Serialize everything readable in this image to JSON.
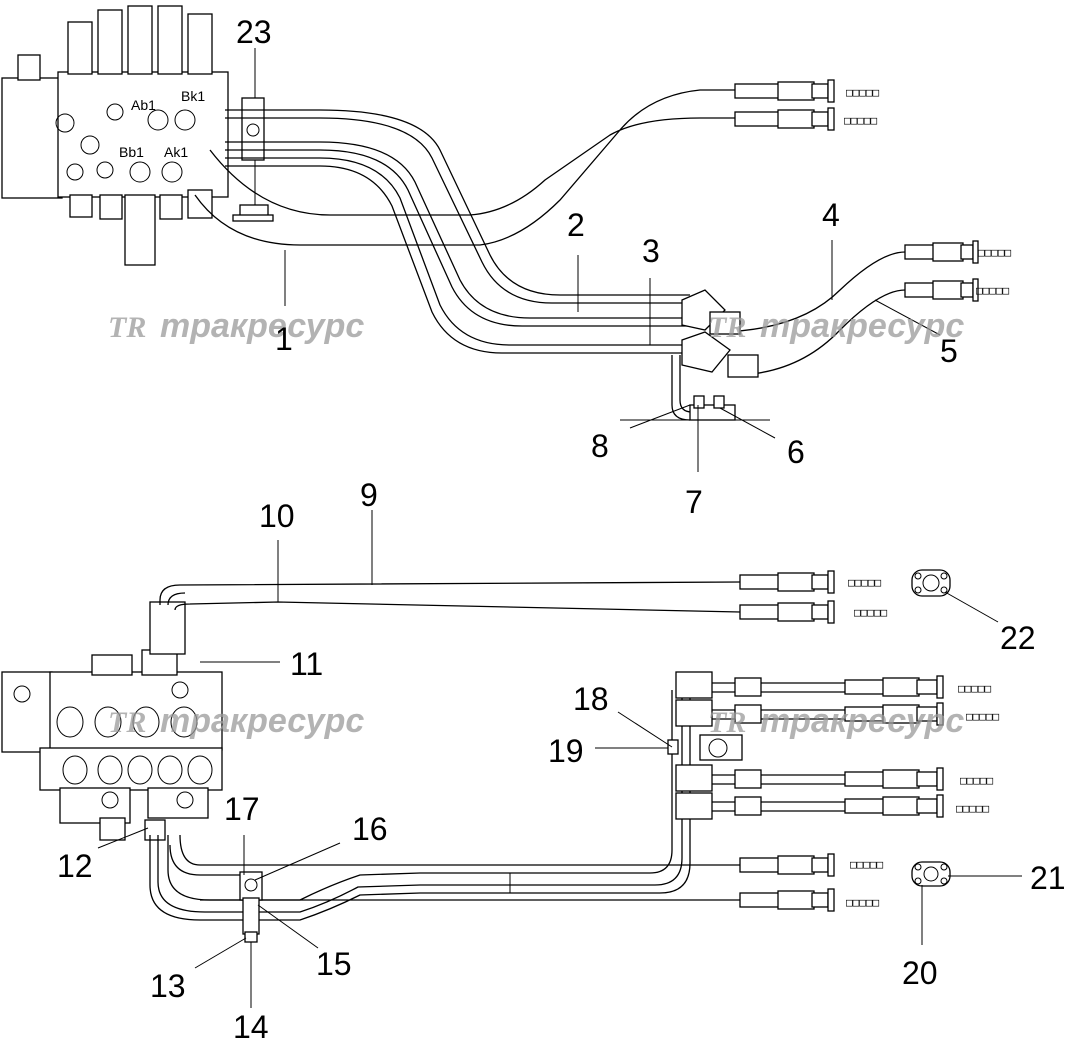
{
  "callouts": [
    "1",
    "2",
    "3",
    "4",
    "5",
    "6",
    "7",
    "8",
    "9",
    "10",
    "11",
    "12",
    "13",
    "14",
    "15",
    "16",
    "17",
    "18",
    "19",
    "20",
    "21",
    "22",
    "23"
  ],
  "ports": [
    "Ab1",
    "Bk1",
    "Bb1",
    "Ak1"
  ],
  "hose_code": "□□□□□",
  "watermark": {
    "logo": "TR",
    "text": "тракресурс"
  }
}
